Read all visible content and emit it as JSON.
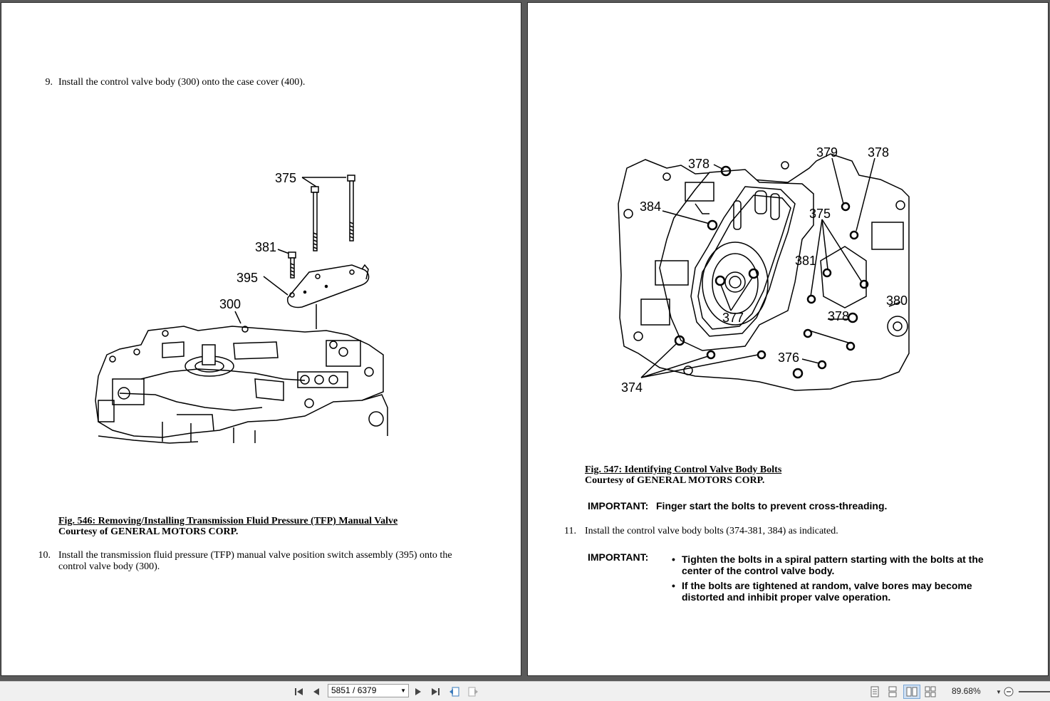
{
  "left_page": {
    "step9": {
      "num": "9.",
      "text": "Install the control valve body (300) onto the case cover (400)."
    },
    "figure": {
      "labels": {
        "l375": "375",
        "l381": "381",
        "l395": "395",
        "l300": "300"
      }
    },
    "caption": {
      "title": "Fig. 546: Removing/Installing Transmission Fluid Pressure (TFP) Manual Valve",
      "courtesy": "Courtesy of GENERAL MOTORS CORP."
    },
    "step10": {
      "num": "10.",
      "line1": "Install the transmission fluid pressure (TFP) manual valve position switch assembly (395) onto the",
      "line2": "control valve body (300)."
    }
  },
  "right_page": {
    "figure": {
      "labels": {
        "l378a": "378",
        "l379": "379",
        "l378b": "378",
        "l384": "384",
        "l375": "375",
        "l381": "381",
        "l377": "377",
        "l378c": "378",
        "l380": "380",
        "l376": "376",
        "l374": "374"
      }
    },
    "caption": {
      "title": "Fig. 547: Identifying Control Valve Body Bolts",
      "courtesy": "Courtesy of GENERAL MOTORS CORP."
    },
    "important1": {
      "label": "IMPORTANT:",
      "text": "Finger start the bolts to prevent cross-threading."
    },
    "step11": {
      "num": "11.",
      "text": "Install the control valve body bolts (374-381, 384) as indicated."
    },
    "important2": {
      "label": "IMPORTANT:",
      "bullets": [
        {
          "line1": "Tighten the bolts in a spiral pattern starting with the bolts at the",
          "line2": "center of the control valve body."
        },
        {
          "line1": "If the bolts are tightened at random, valve bores may become",
          "line2": "distorted and inhibit proper valve operation."
        }
      ]
    }
  },
  "status_bar": {
    "page_indicator": "5851 / 6379",
    "zoom": "89.68%",
    "icons": [
      "first-page-icon",
      "prev-page-icon",
      "next-page-icon",
      "last-page-icon",
      "prev-view-icon",
      "next-view-icon",
      "single-page-icon",
      "continuous-icon",
      "facing-icon",
      "continuous-facing-icon",
      "zoom-out-icon"
    ]
  }
}
